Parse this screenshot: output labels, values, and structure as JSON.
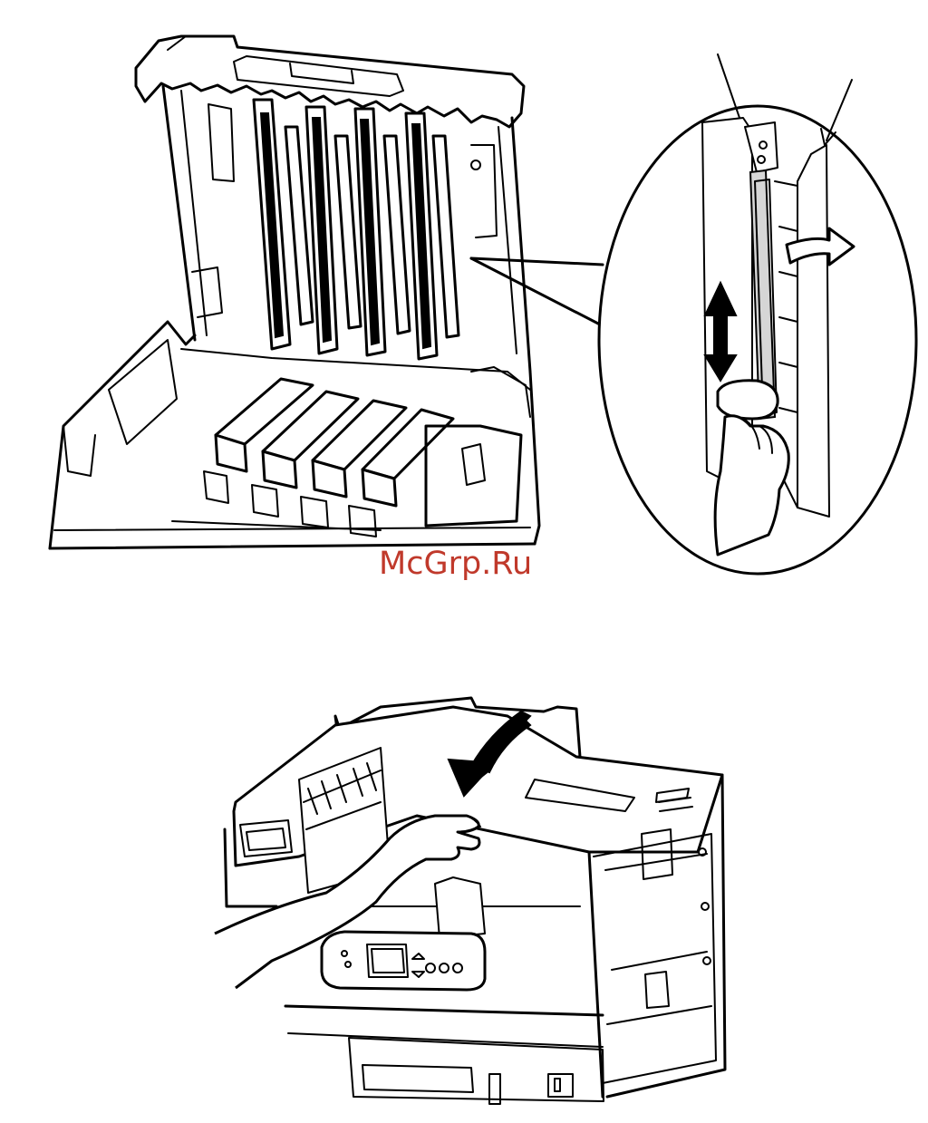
{
  "page": {
    "background": "#ffffff",
    "line_color": "#000000"
  },
  "figures": [
    {
      "id": "figure-top",
      "icons": [
        "printer-top-cover-open-icon",
        "led-head-callout-icon",
        "hand-icon",
        "double-arrow-icon",
        "curved-arrow-icon"
      ]
    },
    {
      "id": "figure-bottom",
      "icons": [
        "printer-closed-icon",
        "hand-icon",
        "curved-arrow-icon",
        "control-panel-icon"
      ]
    }
  ],
  "watermark": {
    "text": "McGrp.Ru",
    "color": "#c0392b"
  }
}
